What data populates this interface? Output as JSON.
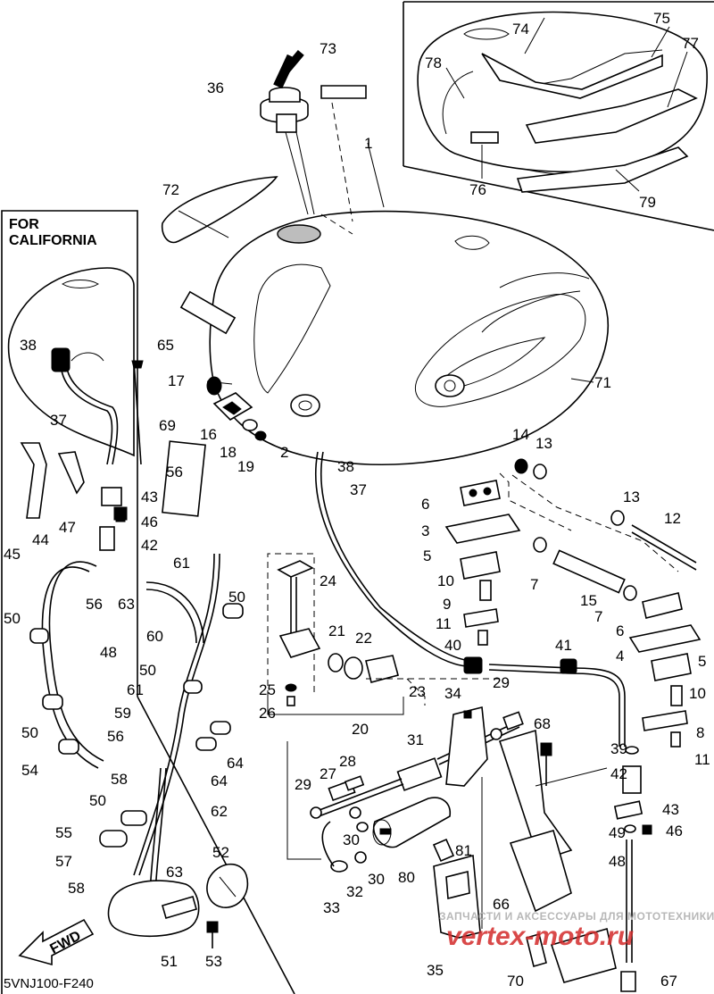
{
  "diagram": {
    "code": "5VNJ100-F240",
    "inset_label_line1": "FOR",
    "inset_label_line2": "CALIFORNIA",
    "fwd_label": "FWD",
    "watermark_text": "ЗАПЧАСТИ И АКСЕССУАРЫ ДЛЯ МОТОТЕХНИКИ",
    "watermark_logo": "vertex-moto.ru"
  },
  "callouts": [
    "1",
    "2",
    "3",
    "4",
    "5",
    "5",
    "6",
    "6",
    "7",
    "7",
    "8",
    "9",
    "10",
    "10",
    "11",
    "11",
    "12",
    "13",
    "13",
    "14",
    "15",
    "16",
    "17",
    "18",
    "19",
    "20",
    "21",
    "22",
    "23",
    "24",
    "25",
    "26",
    "27",
    "28",
    "29",
    "29",
    "30",
    "30",
    "31",
    "32",
    "33",
    "34",
    "35",
    "36",
    "37",
    "37",
    "38",
    "38",
    "39",
    "40",
    "41",
    "42",
    "42",
    "43",
    "43",
    "44",
    "45",
    "46",
    "46",
    "47",
    "48",
    "48",
    "49",
    "50",
    "50",
    "50",
    "50",
    "50",
    "51",
    "52",
    "53",
    "54",
    "55",
    "56",
    "56",
    "56",
    "57",
    "58",
    "58",
    "59",
    "60",
    "61",
    "61",
    "62",
    "63",
    "63",
    "64",
    "64",
    "65",
    "66",
    "67",
    "68",
    "69",
    "70",
    "71",
    "72",
    "73",
    "74",
    "75",
    "76",
    "77",
    "78",
    "79",
    "80",
    "81"
  ]
}
